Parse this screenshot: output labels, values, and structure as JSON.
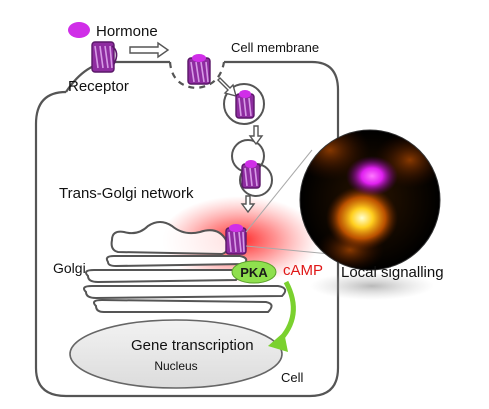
{
  "labels": {
    "hormone": "Hormone",
    "receptor": "Receptor",
    "cell_membrane": "Cell membrane",
    "trans_golgi_network": "Trans-Golgi network",
    "golgi": "Golgi",
    "pka": "PKA",
    "camp": "cAMP",
    "local_signalling": "Local signalling",
    "gene_transcription": "Gene transcription",
    "nucleus": "Nucleus",
    "cell": "Cell"
  },
  "colors": {
    "receptor": "#8e2ca0",
    "hormone": "#d02ee8",
    "cell_outline": "#555555",
    "pka_fill": "#8fe04e",
    "camp_text": "#e01818",
    "arrow_green": "#7ad12e",
    "signal_glow": "#ff2a2a"
  }
}
